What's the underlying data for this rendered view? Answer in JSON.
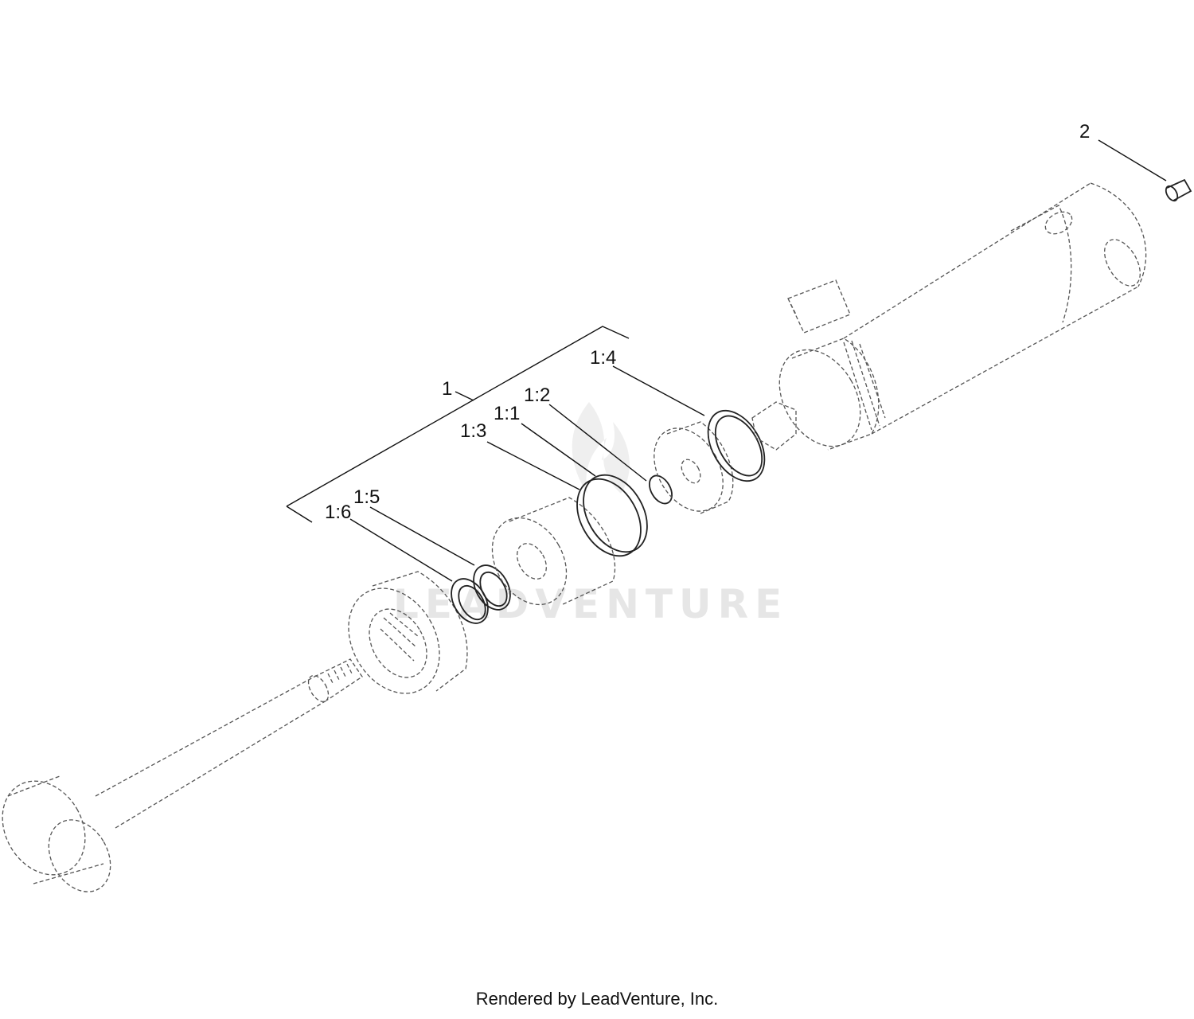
{
  "watermark": "LEADVENTURE",
  "footer": "Rendered by LeadVenture, Inc.",
  "callouts": {
    "c1": "1",
    "c2": "2",
    "c1_1": "1:1",
    "c1_2": "1:2",
    "c1_3": "1:3",
    "c1_4": "1:4",
    "c1_5": "1:5",
    "c1_6": "1:6"
  }
}
